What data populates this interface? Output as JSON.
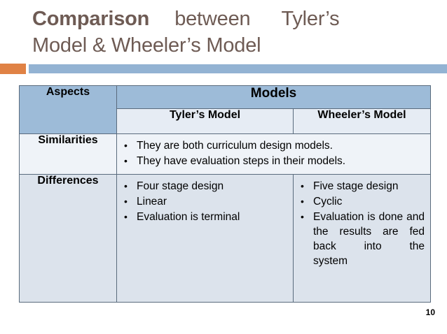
{
  "slide": {
    "title": {
      "word_bold": "Comparison",
      "word_mid": "between",
      "word_end": "Tyler’s",
      "line2": "Model & Wheeler’s Model"
    },
    "page_number": "10",
    "colors": {
      "title_text": "#6E5B54",
      "accent_orange": "#E08245",
      "accent_blue": "#93B3D3",
      "header_blue": "#9DBBD8",
      "subheader_blue": "#E6ECF4",
      "row_similarities": "#EFF3F8",
      "row_differences": "#DCE3EC",
      "border": "#5A6B7D"
    }
  },
  "table": {
    "header": {
      "aspects": "Aspects",
      "models": "Models",
      "tyler": "Tyler’s Model",
      "wheeler": "Wheeler’s Model"
    },
    "rows": [
      {
        "label": "Similarities",
        "spanned": true,
        "bullets": [
          "They are both curriculum design models.",
          "They have evaluation steps in their models."
        ]
      },
      {
        "label": "Differences",
        "spanned": false,
        "tyler_bullets": [
          "Four stage design",
          "Linear",
          "Evaluation is terminal"
        ],
        "wheeler_bullets": [
          "Five stage design",
          "Cyclic"
        ],
        "wheeler_justified_head": "Evaluation is done and the results are fed back into the",
        "wheeler_justified_tail": "system"
      }
    ]
  }
}
